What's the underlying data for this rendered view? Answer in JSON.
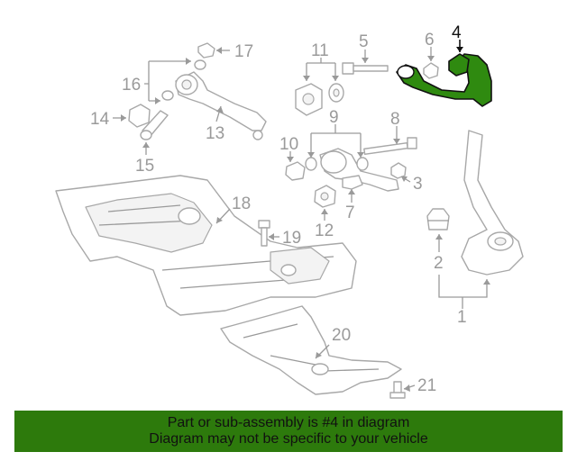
{
  "diagram": {
    "callouts": {
      "c1": "1",
      "c2": "2",
      "c3": "3",
      "c4": "4",
      "c5": "5",
      "c6": "6",
      "c7": "7",
      "c8": "8",
      "c9": "9",
      "c10": "10",
      "c11": "11",
      "c12": "12",
      "c13": "13",
      "c14": "14",
      "c15": "15",
      "c16": "16",
      "c17": "17",
      "c18": "18",
      "c19": "19",
      "c20": "20",
      "c21": "21"
    },
    "highlight_part": "4",
    "colors": {
      "highlight_fill": "#2f8a10",
      "banner_bg": "#2d7a0c",
      "line": "#9a9a9a"
    }
  },
  "banner": {
    "line1": "Part or sub-assembly is #4 in diagram",
    "line2": "Diagram may not be specific to your vehicle"
  }
}
